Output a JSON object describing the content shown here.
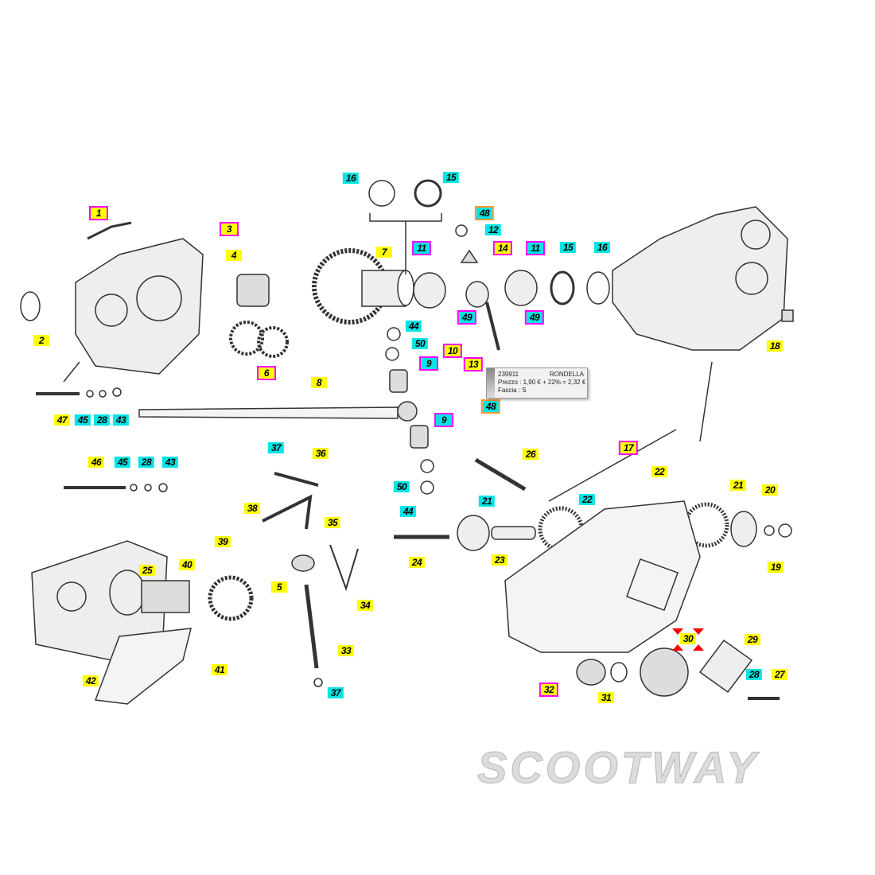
{
  "diagram": {
    "watermark": "SCOOTWAY"
  },
  "labels": [
    {
      "text": "1",
      "color": "yellow",
      "hotspot": true
    },
    {
      "text": "2",
      "color": "yellow"
    },
    {
      "text": "3",
      "color": "yellow",
      "hotspot": true
    },
    {
      "text": "4",
      "color": "yellow"
    },
    {
      "text": "6",
      "color": "yellow",
      "hotspot": true
    },
    {
      "text": "7",
      "color": "yellow"
    },
    {
      "text": "8",
      "color": "yellow"
    },
    {
      "text": "16",
      "color": "cyan"
    },
    {
      "text": "15",
      "color": "cyan"
    },
    {
      "text": "48",
      "color": "cyan",
      "selected": true
    },
    {
      "text": "12",
      "color": "cyan"
    },
    {
      "text": "11",
      "color": "cyan",
      "hotspot": true
    },
    {
      "text": "14",
      "color": "yellow",
      "hotspot": true
    },
    {
      "text": "11",
      "color": "cyan",
      "hotspot": true
    },
    {
      "text": "15",
      "color": "cyan"
    },
    {
      "text": "16",
      "color": "cyan"
    },
    {
      "text": "44",
      "color": "cyan"
    },
    {
      "text": "50",
      "color": "cyan"
    },
    {
      "text": "9",
      "color": "cyan",
      "hotspot": true
    },
    {
      "text": "49",
      "color": "cyan",
      "hotspot": true
    },
    {
      "text": "49",
      "color": "cyan",
      "hotspot": true
    },
    {
      "text": "10",
      "color": "yellow",
      "hotspot": true
    },
    {
      "text": "13",
      "color": "yellow",
      "hotspot": true
    },
    {
      "text": "18",
      "color": "yellow"
    },
    {
      "text": "47",
      "color": "yellow"
    },
    {
      "text": "45",
      "color": "cyan"
    },
    {
      "text": "28",
      "color": "cyan"
    },
    {
      "text": "43",
      "color": "cyan"
    },
    {
      "text": "48",
      "color": "cyan",
      "selected": true
    },
    {
      "text": "9",
      "color": "cyan",
      "hotspot": true
    },
    {
      "text": "17",
      "color": "yellow",
      "hotspot": true
    },
    {
      "text": "26",
      "color": "yellow"
    },
    {
      "text": "22",
      "color": "yellow"
    },
    {
      "text": "21",
      "color": "yellow"
    },
    {
      "text": "20",
      "color": "yellow"
    },
    {
      "text": "37",
      "color": "cyan"
    },
    {
      "text": "36",
      "color": "yellow"
    },
    {
      "text": "46",
      "color": "yellow"
    },
    {
      "text": "45",
      "color": "cyan"
    },
    {
      "text": "28",
      "color": "cyan"
    },
    {
      "text": "43",
      "color": "cyan"
    },
    {
      "text": "50",
      "color": "cyan"
    },
    {
      "text": "44",
      "color": "cyan"
    },
    {
      "text": "21",
      "color": "cyan"
    },
    {
      "text": "22",
      "color": "cyan"
    },
    {
      "text": "38",
      "color": "yellow"
    },
    {
      "text": "35",
      "color": "yellow"
    },
    {
      "text": "39",
      "color": "yellow"
    },
    {
      "text": "40",
      "color": "yellow"
    },
    {
      "text": "25",
      "color": "yellow"
    },
    {
      "text": "5",
      "color": "yellow"
    },
    {
      "text": "24",
      "color": "yellow"
    },
    {
      "text": "23",
      "color": "yellow"
    },
    {
      "text": "19",
      "color": "yellow"
    },
    {
      "text": "34",
      "color": "yellow"
    },
    {
      "text": "30",
      "color": "yellow"
    },
    {
      "text": "29",
      "color": "yellow"
    },
    {
      "text": "33",
      "color": "yellow"
    },
    {
      "text": "41",
      "color": "yellow"
    },
    {
      "text": "42",
      "color": "yellow"
    },
    {
      "text": "28",
      "color": "cyan"
    },
    {
      "text": "27",
      "color": "yellow"
    },
    {
      "text": "32",
      "color": "yellow",
      "hotspot": true
    },
    {
      "text": "31",
      "color": "yellow"
    },
    {
      "text": "37",
      "color": "cyan"
    }
  ],
  "tooltip": {
    "code": "239911",
    "name": "RONDELLA",
    "price": "Prezzo : 1,90 € + 22% = 2,32 €",
    "fascia": "Fascia : S"
  },
  "colors": {
    "yellow": "#ffff00",
    "cyan": "#00e5e5",
    "hotspot": "#ff00ff",
    "selected": "#ff9a30",
    "marker": "#ff0000"
  }
}
